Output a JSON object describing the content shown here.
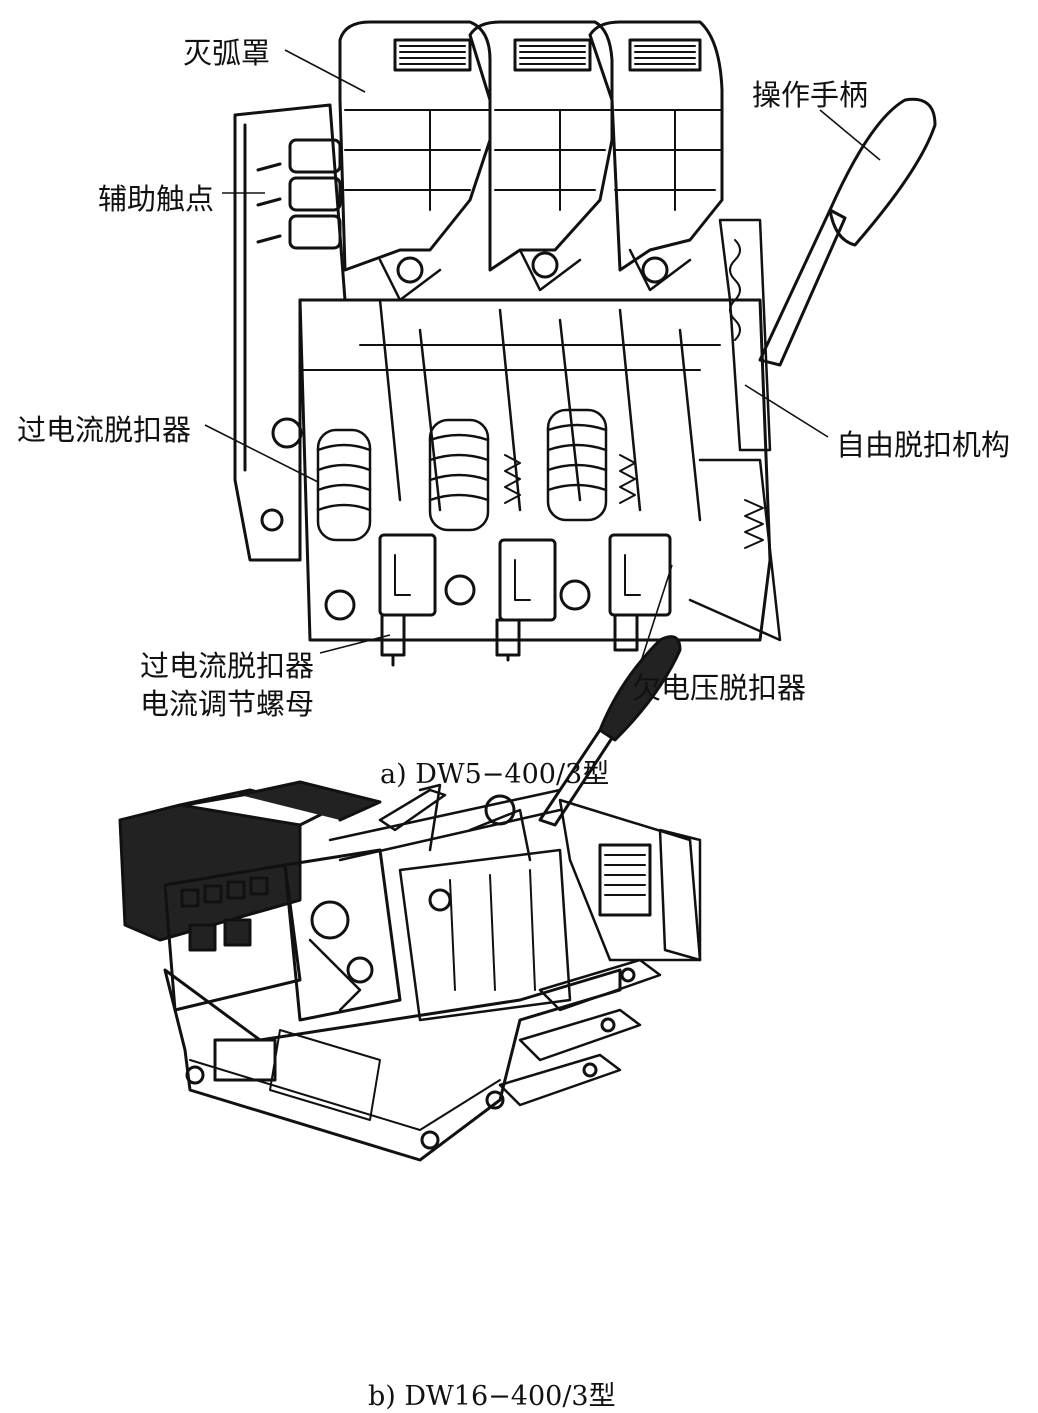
{
  "figure_a": {
    "caption": "a) DW5−400/3型",
    "labels": {
      "arc_chute": "灭弧罩",
      "handle": "操作手柄",
      "aux_contact": "辅助触点",
      "overcurrent_release": "过电流脱扣器",
      "free_trip": "自由脱扣机构",
      "adjust_nut_line1": "过电流脱扣器",
      "adjust_nut_line2": "电流调节螺母",
      "undervoltage_release": "欠电压脱扣器"
    }
  },
  "figure_b": {
    "caption": "b) DW16−400/3型"
  }
}
